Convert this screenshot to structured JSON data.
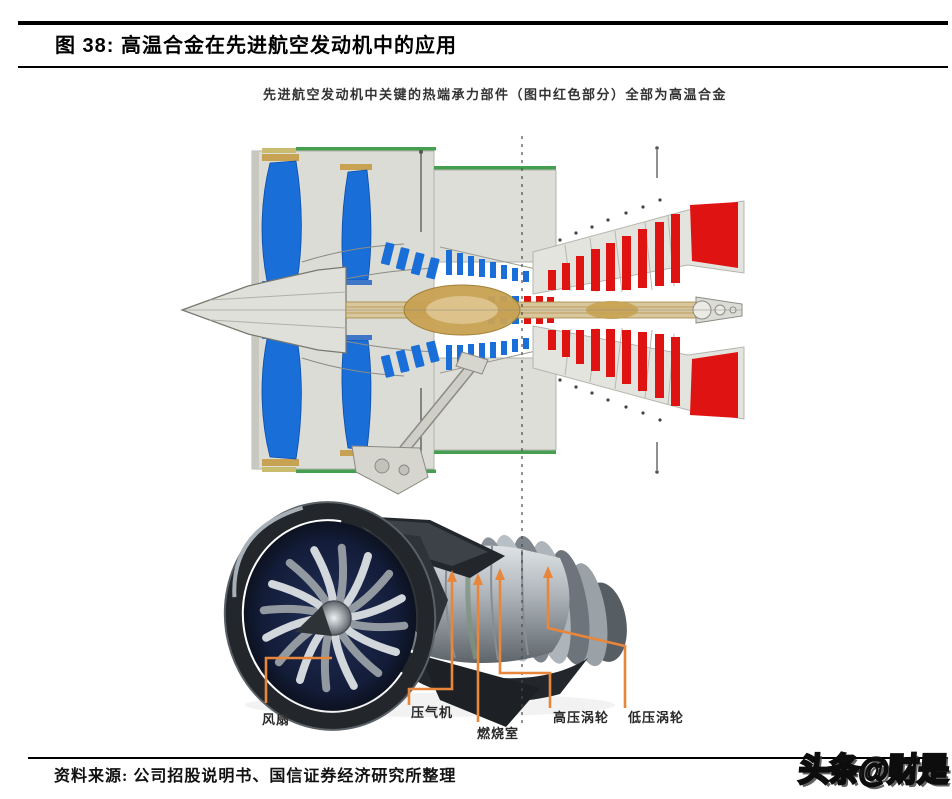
{
  "header": {
    "title": "图 38:  高温合金在先进航空发动机中的应用"
  },
  "figure": {
    "subtitle": "先进航空发动机中关键的热端承力部件（图中红色部分）全部为高温合金",
    "labels": {
      "fan": "风扇",
      "compressor": "压气机",
      "combustor": "燃烧室",
      "hp_turbine": "高压涡轮",
      "lp_turbine": "低压涡轮"
    },
    "colors": {
      "red": "#e01313",
      "blue": "#1a6ed8",
      "orange": "#e8863c",
      "gray": "#dcdcd6",
      "gold": "#c8a253",
      "green": "#44a050"
    }
  },
  "footer": {
    "source": "资料来源: 公司招股说明书、国信证券经济研究所整理",
    "watermark": "头条@财是"
  }
}
